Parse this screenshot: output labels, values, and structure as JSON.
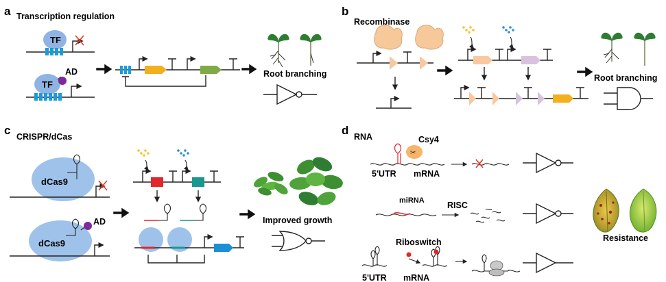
{
  "panels": {
    "a": {
      "letter": "a",
      "title": "Transcription regulation",
      "tf_label_1": "TF",
      "tf_label_2": "TF",
      "ad_label": "AD",
      "outcome": "Root branching",
      "gate": "NOT"
    },
    "b": {
      "letter": "b",
      "title": "Recombinase",
      "outcome": "Root branching",
      "gate": "AND"
    },
    "c": {
      "letter": "c",
      "title": "CRISPR/dCas",
      "dcas_label_1": "dCas9",
      "dcas_label_2": "dCas9",
      "ad_label": "AD",
      "outcome": "Improved growth",
      "gate": "NOR"
    },
    "d": {
      "letter": "d",
      "title": "RNA",
      "csy4_label": "Csy4",
      "utr_label_1": "5'UTR",
      "mrna_label_1": "mRNA",
      "mirna_label": "miRNA",
      "risc_label": "RISC",
      "riboswitch_label": "Riboswitch",
      "utr_label_2": "5'UTR",
      "mrna_label_2": "mRNA",
      "outcome": "Resistance",
      "gates": [
        "NOT",
        "NOT",
        "BUFFER"
      ]
    }
  },
  "colors": {
    "tf_blue": "#8fb4e3",
    "operator_blue": "#1d9bd8",
    "ad_purple": "#7d2a9c",
    "orange_gene": "#f2b01e",
    "green_gene": "#7faa45",
    "recombinase_tan": "#f7c99a",
    "site_peach": "#f9c8a0",
    "site_lilac": "#d9c2dd",
    "dcas_blue": "#9fc2ea",
    "grna_red": "#e3262b",
    "grna_teal": "#17998e",
    "gene_blue": "#1a8fd6",
    "inducer_yellow": "#f4c430",
    "inducer_blue": "#2f8fcf",
    "cross_red": "#e23a2a",
    "plant_green": "#2f7d32",
    "leaf_green": "#8cc63f"
  }
}
